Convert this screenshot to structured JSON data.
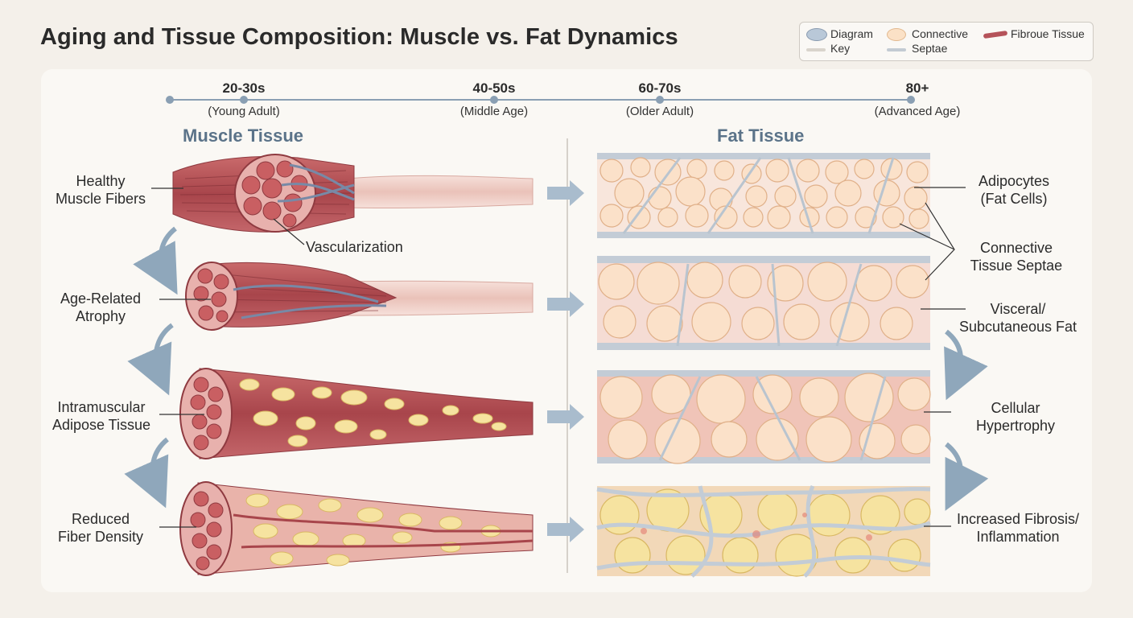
{
  "title": "Aging and Tissue Composition: Muscle vs. Fat Dynamics",
  "legend": {
    "items": [
      {
        "label": "Diagram",
        "color": "#b9c8d8"
      },
      {
        "label": "Key",
        "color": "#d9d4cc"
      },
      {
        "label": "Connective",
        "color": "#fbe1c6"
      },
      {
        "label": "Septae",
        "color": "#c3cbd3"
      },
      {
        "label": "Fibroue Tissue",
        "color": "#b5535a"
      }
    ]
  },
  "timeline": [
    {
      "age": "20-30s",
      "stage": "(Young Adult)"
    },
    {
      "age": "40-50s",
      "stage": "(Middle Age)"
    },
    {
      "age": "60-70s",
      "stage": "(Older Adult)"
    },
    {
      "age": "80+",
      "stage": "(Advanced Age)"
    }
  ],
  "sections": {
    "muscle": "Muscle Tissue",
    "fat": "Fat Tissue"
  },
  "muscle_labels": {
    "healthy": [
      "Healthy",
      "Muscle Fibers"
    ],
    "vascularization": "Vascularization",
    "atrophy": [
      "Age-Related",
      "Atrophy"
    ],
    "intramuscular": [
      "Intramuscular",
      "Adipose Tissue"
    ],
    "reduced": [
      "Reduced",
      "Fiber Density"
    ]
  },
  "fat_labels": {
    "adipocytes": [
      "Adipocytes",
      "(Fat Cells)"
    ],
    "septae": [
      "Connective",
      "Tissue Septae"
    ],
    "visceral": [
      "Visceral/",
      "Subcutaneous Fat"
    ],
    "hypertrophy": [
      "Cellular",
      "Hypertrophy"
    ],
    "fibrosis": [
      "Increased Fibrosis/",
      "Inflammation"
    ]
  },
  "colors": {
    "muscle": "#b9555a",
    "muscle_light": "#d88c8a",
    "tendon": "#f1d3cc",
    "fat_cell": "#fbe1c9",
    "fat_yellow": "#f6e3a0",
    "septae": "#c3ccd6",
    "vessel": "#7889a6",
    "arrow": "#8fa7bb",
    "accent": "#5b7389"
  }
}
